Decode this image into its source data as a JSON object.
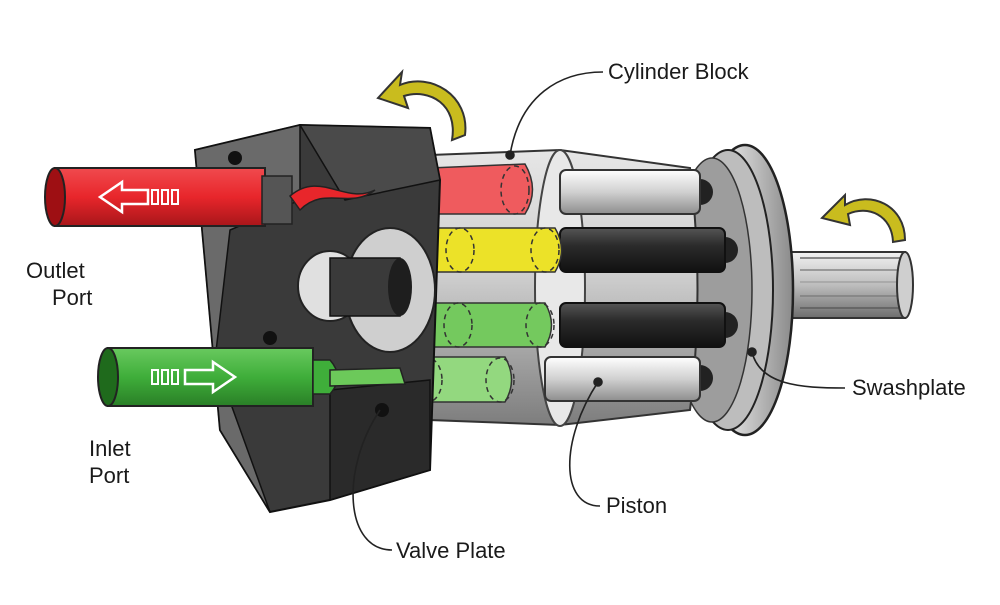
{
  "labels": {
    "cylinder_block": "Cylinder Block",
    "outlet_port": [
      "Outlet",
      "Port"
    ],
    "inlet_port": [
      "Inlet",
      "Port"
    ],
    "swashplate": "Swashplate",
    "piston": "Piston",
    "valve_plate": "Valve Plate"
  },
  "colors": {
    "outlet_fluid": "#e8262b",
    "inlet_fluid": "#3fae3a",
    "yellow_fluid": "#ece228",
    "housing_dark": "#2b2b2b",
    "housing_mid": "#5a5a5a",
    "metal_light": "#d6d6d6",
    "rotation_arrow": "#c9bc1e"
  },
  "icons": [
    "rotation-arrow-icon",
    "flow-direction-arrow-icon"
  ]
}
